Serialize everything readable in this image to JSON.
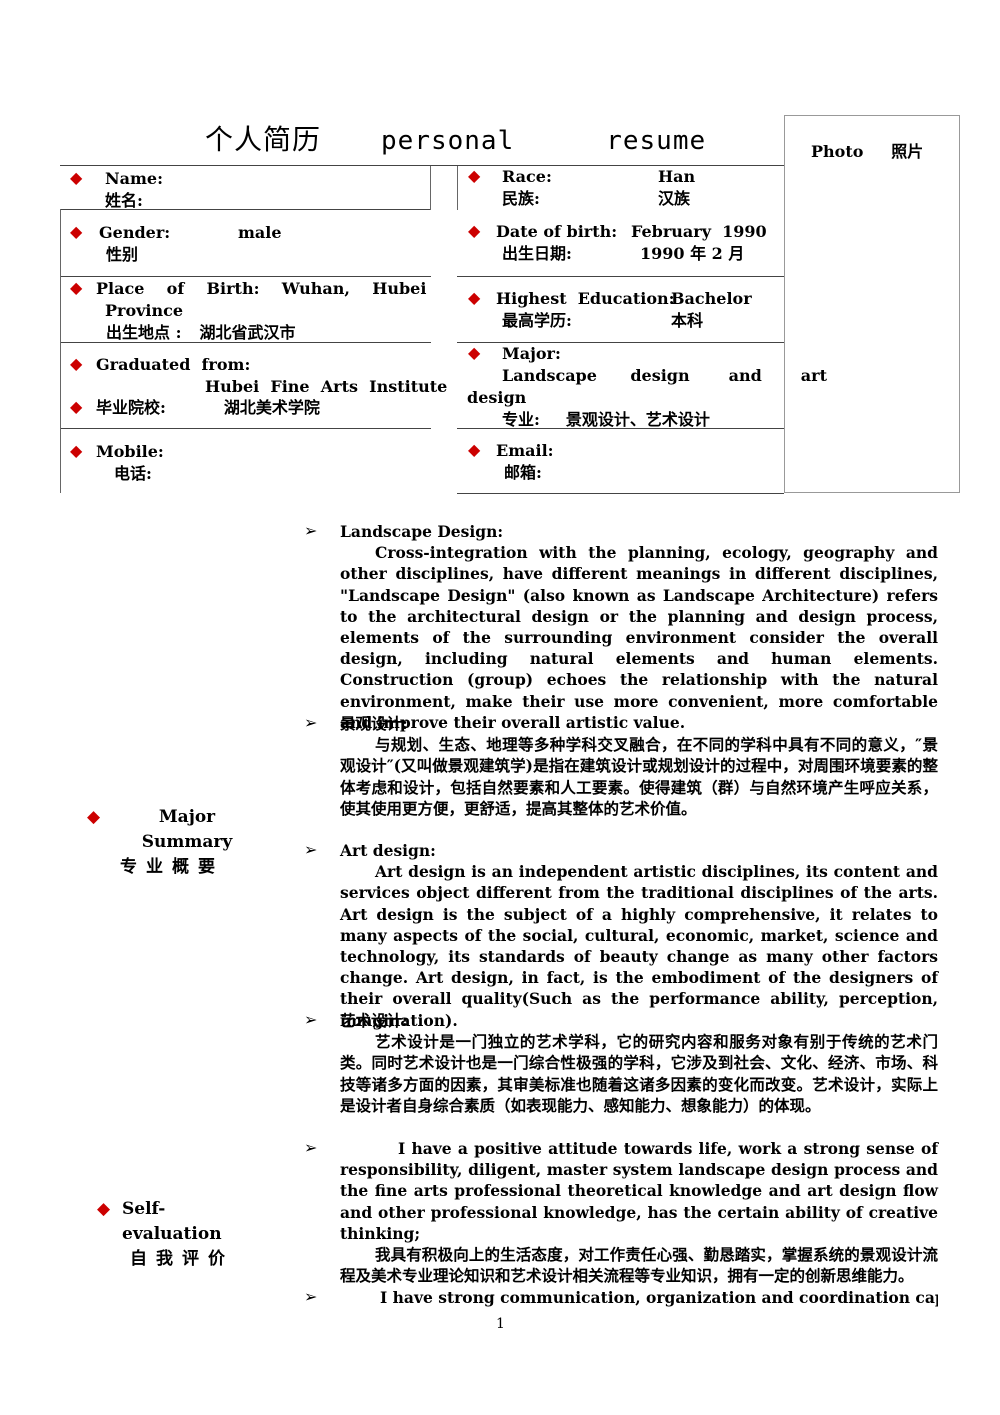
{
  "header": {
    "title_cn": "个人简历",
    "title_en": "personal   resume",
    "photo_label": "Photo     照片"
  },
  "fields": {
    "name_en": "Name:",
    "name_cn": "姓名:",
    "race_en": "Race:",
    "race_value_en": "Han",
    "race_cn": "民族:",
    "race_value_cn": "汉族",
    "gender_en": "Gender:",
    "gender_value": "male",
    "gender_cn": "性别",
    "dob_en": "Date of birth:",
    "dob_value_en": "February  1990",
    "dob_cn": "出生日期:",
    "dob_value_cn": "1990 年 2 月",
    "pob_en": "Place    of    Birth:    Wuhan,    Hubei",
    "pob_en2": "Province",
    "pob_cn": "出生地点 :",
    "pob_value_cn": "湖北省武汉市",
    "edu_en": "Highest  Education:",
    "edu_value_en": "Bachelor",
    "edu_cn": "最高学历:",
    "edu_value_cn": "本科",
    "grad_en": "Graduated  from:",
    "grad_value_en": "Hubei  Fine  Arts  Institute",
    "grad_cn": "毕业院校:",
    "grad_value_cn": "湖北美术学院",
    "major_en": "Major:",
    "major_value_en1": "Landscape      design       and       art",
    "major_value_en2": "design",
    "major_cn": "专业:",
    "major_value_cn": "景观设计、艺术设计",
    "mobile_en": "Mobile:",
    "mobile_cn": "电话:",
    "email_en": "Email:",
    "email_cn": "邮箱:"
  },
  "sections": {
    "major_summary_en": "Major Summary",
    "major_summary_cn": "专业概要",
    "self_eval_en": "Self-evaluation",
    "self_eval_cn": "自我评价"
  },
  "summary": {
    "p1_head": "Landscape Design:",
    "p1_body": "Cross-integration with the planning, ecology, geography and other disciplines, have different meanings in different disciplines, \"Landscape Design\" (also known as Landscape Architecture) refers to the architectural design or the planning and design process, elements of the surrounding environment consider the overall design, including natural elements and human elements. Construction (group) echoes the relationship with the natural environment, make their use more convenient, more comfortable and improve their overall artistic value.",
    "p2_head": "景观设计:",
    "p2_body": "与规划、生态、地理等多种学科交叉融合，在不同的学科中具有不同的意义，″景观设计″(又叫做景观建筑学)是指在建筑设计或规划设计的过程中，对周围环境要素的整体考虑和设计，包括自然要素和人工要素。使得建筑（群）与自然环境产生呼应关系，使其使用更方便，更舒适，提高其整体的艺术价值。",
    "p3_head": "Art design:",
    "p3_body": "Art design is an independent artistic disciplines, its content and services object different from the traditional disciplines of the arts. Art design is the subject of a highly comprehensive, it relates to many aspects of the social, cultural, economic, market, science and technology, its standards of beauty change as many other factors change. Art design, in fact, is the embodiment of the designers of their overall quality(Such as the performance ability, perception, imagination).",
    "p4_head": "艺术设计:",
    "p4_body": "艺术设计是一门独立的艺术学科，它的研究内容和服务对象有别于传统的艺术门类。同时艺术设计也是一门综合性极强的学科，它涉及到社会、文化、经济、市场、科技等诸多方面的因素，其审美标准也随着这诸多因素的变化而改变。艺术设计，实际上是设计者自身综合素质（如表现能力、感知能力、想象能力）的体现。"
  },
  "evaluation": {
    "p1_body": "I have a positive attitude towards life, work a strong sense of responsibility, diligent, master system landscape design process and the fine arts professional theoretical knowledge and art design flow and other professional knowledge, has the certain ability of creative thinking;",
    "p1_cn": "我具有积极向上的生活态度，对工作责任心强、勤恳踏实，掌握系统的景观设计流程及美术专业理论知识和艺术设计相关流程等专业知识，拥有一定的创新思维能力。",
    "p2_body": "I have strong communication, organization and coordination capacity,"
  },
  "page_number": "1",
  "colors": {
    "diamond": "#cc0000"
  }
}
